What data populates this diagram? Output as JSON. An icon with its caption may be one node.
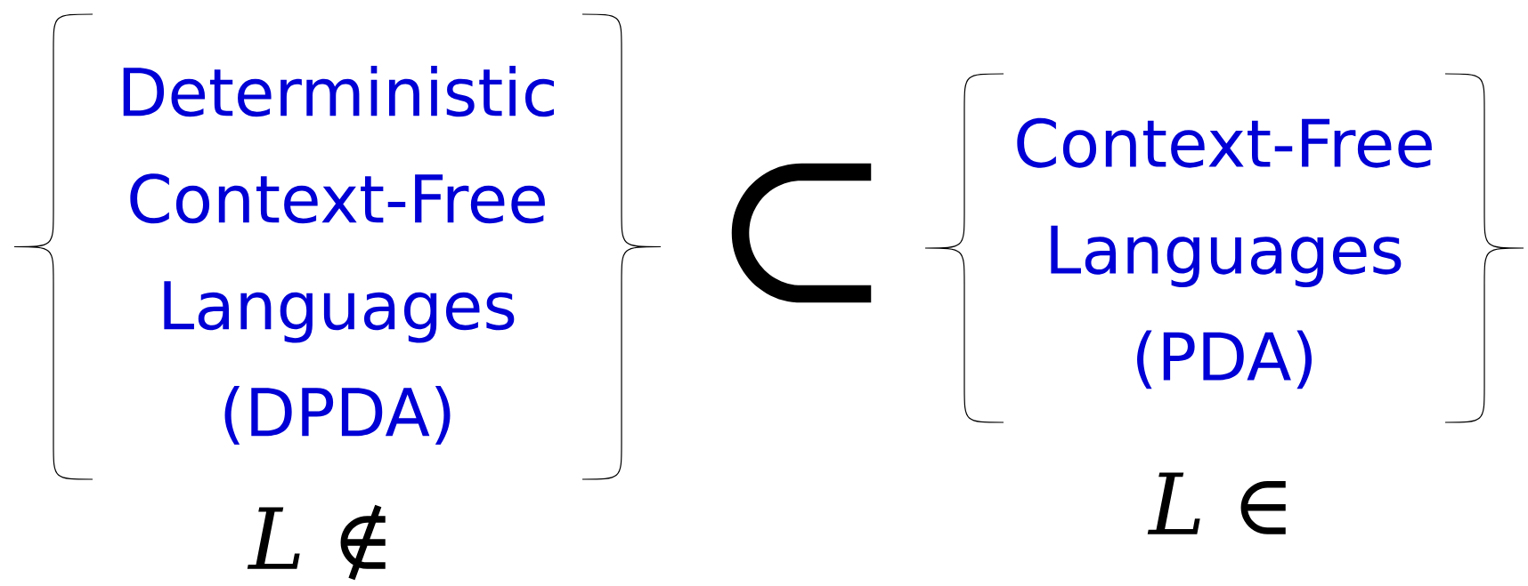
{
  "diagram": {
    "nodes": [
      {
        "text": [
          "Deterministic Context-Free Languages (DPDA)"
        ]
      },
      {
        "text": [
          "Context-Free Languages (PDA)"
        ]
      }
    ],
    "labels": [
      "⊂",
      "*L* ∉",
      "*L* ∈"
    ]
  }
}
